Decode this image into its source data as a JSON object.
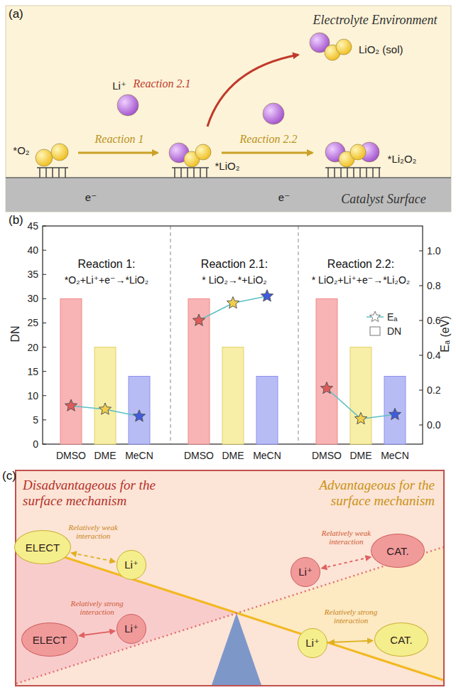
{
  "diagram": {
    "nodes": [
      {
        "text": [
          "ELECT"
        ]
      },
      {
        "text": [
          "Li⁺"
        ]
      },
      {
        "text": [
          "ELECT"
        ]
      },
      {
        "text": [
          "Li⁺"
        ]
      },
      {
        "text": [
          "Li⁺"
        ]
      },
      {
        "text": [
          "CAT."
        ]
      },
      {
        "text": [
          "Li⁺"
        ]
      },
      {
        "text": [
          "CAT."
        ]
      }
    ],
    "edges": [
      {
        "from": 0,
        "to": 1,
        "arrow": "both",
        "label": "Relatively weak interaction"
      },
      {
        "from": 2,
        "to": 3,
        "arrow": "both",
        "label": "Relatively strong interaction"
      },
      {
        "from": 4,
        "to": 5,
        "arrow": "both",
        "label": "Relatively weak interaction"
      },
      {
        "from": 6,
        "to": 7,
        "arrow": "both",
        "label": "Relatively strong interaction"
      }
    ],
    "labels": [
      "(a)",
      "Electrolyte Environment",
      "LiO₂ (sol)",
      "Reaction 2.1",
      "Li⁺",
      "Reaction 1",
      "Reaction 2.2",
      "*O₂",
      "*LiO₂",
      "*Li₂O₂",
      "e⁻",
      "e⁻",
      "Catalyst Surface",
      "(b)",
      "45",
      "40",
      "35",
      "30",
      "25",
      "20",
      "15",
      "10",
      "5",
      "0",
      "1.0",
      "0.8",
      "0.6",
      "0.4",
      "0.2",
      "0.0",
      "DN",
      "Eₐ (eV)",
      "Reaction 1:",
      "*O₂+Li⁺+e⁻→*LiO₂",
      "Reaction 2.1:",
      "* LiO₂→*+LiO₂",
      "Reaction 2.2:",
      "* LiO₂+Li⁺+e⁻→*Li₂O₂",
      "DMSO",
      "DME",
      "MeCN",
      "DMSO",
      "DME",
      "MeCN",
      "DMSO",
      "DME",
      "MeCN",
      "(c)",
      "Disadvantageous for the surface mechanism",
      "Advantageous for the surface mechanism"
    ],
    "legend": [
      {
        "text": "Eₐ"
      },
      {
        "text": "DN"
      }
    ]
  }
}
